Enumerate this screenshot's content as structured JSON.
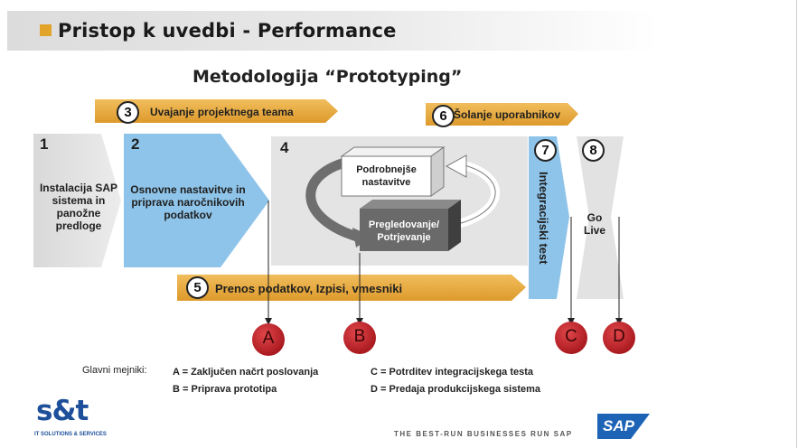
{
  "slide": {
    "title": "Pristop k uvedbi - Performance",
    "diagram_title": "Metodologija “Prototyping”"
  },
  "phases": {
    "p1": {
      "num": "1",
      "text": [
        "Instalacija SAP",
        "sistema in",
        "panožne",
        "predloge"
      ]
    },
    "p2": {
      "num": "2",
      "text": [
        "Osnovne nastavitve in",
        "priprava naročnikovih",
        "podatkov"
      ]
    },
    "p3": {
      "num": "3",
      "text": "Uvajanje projektnega teama"
    },
    "p4": {
      "num": "4",
      "box_top": [
        "Podrobnejše",
        "nastavitve"
      ],
      "box_bottom": [
        "Pregledovanje/",
        "Potrjevanje"
      ]
    },
    "p5": {
      "num": "5",
      "text": "Prenos podatkov, Izpisi, vmesniki"
    },
    "p6": {
      "num": "6",
      "text": "Šolanje uporabnikov"
    },
    "p7": {
      "num": "7",
      "text": "Integracijski test"
    },
    "p8": {
      "num": "8",
      "text": [
        "Go",
        "Live"
      ]
    }
  },
  "milestones": {
    "heading": "Glavni mejniki:",
    "circles": [
      "A",
      "B",
      "C",
      "D"
    ],
    "items": {
      "a": "A = Zaključen načrt poslovanja",
      "b": "B = Priprava prototipa",
      "c": "C = Potrditev integracijskega testa",
      "d": "D = Predaja produkcijskega sistema"
    }
  },
  "footer": {
    "logo": "s&t",
    "logo_sub": "IT SOLUTIONS & SERVICES",
    "tagline": "THE BEST-RUN BUSINESSES RUN SAP",
    "sap_logo": "SAP"
  },
  "colors": {
    "orange": "#e8a83d",
    "blue": "#8ec4e9",
    "grey": "#e2e2e2",
    "dark_grey_box": "#6a6a6a",
    "milestone_red": "#c61e24",
    "title_accent": "#e2a329"
  }
}
